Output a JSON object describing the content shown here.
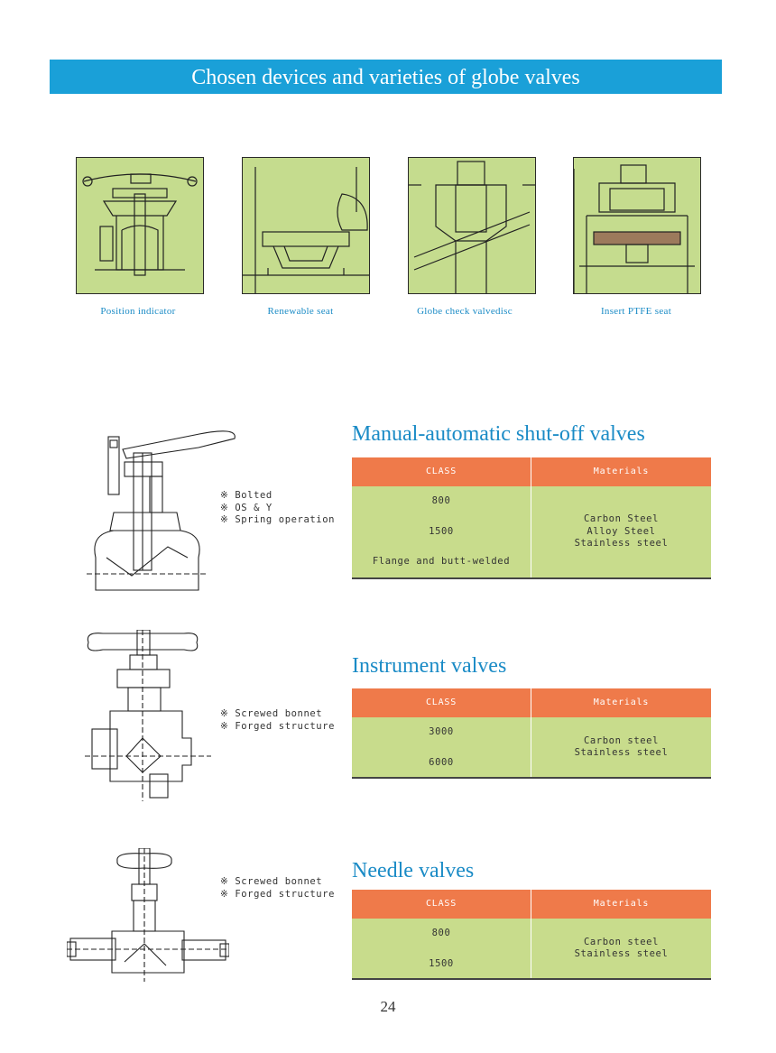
{
  "header": {
    "title": "Chosen devices and varieties of globe valves"
  },
  "devices": [
    {
      "icon": "position-indicator-illustration",
      "caption": "Position indicator"
    },
    {
      "icon": "renewable-seat-illustration",
      "caption": "Renewable seat"
    },
    {
      "icon": "globe-check-valvedisc-illustration",
      "caption": "Globe check valvedisc"
    },
    {
      "icon": "insert-ptfe-seat-illustration",
      "caption": "Insert PTFE seat"
    }
  ],
  "sections": [
    {
      "title": "Manual-automatic shut-off valves",
      "drawing_icon": "shut-off-valve-drawing",
      "features": [
        "※ Bolted",
        "※ OS & Y",
        "※ Spring operation"
      ],
      "table": {
        "col_class": "CLASS",
        "col_materials": "Materials",
        "classes": [
          "800",
          "1500",
          "Flange and butt-welded"
        ],
        "materials": [
          "Carbon Steel",
          "Alloy Steel",
          "Stainless steel"
        ]
      }
    },
    {
      "title": "Instrument valves",
      "drawing_icon": "instrument-valve-drawing",
      "features": [
        "※ Screwed bonnet",
        "※ Forged structure"
      ],
      "table": {
        "col_class": "CLASS",
        "col_materials": "Materials",
        "classes": [
          "3000",
          "6000"
        ],
        "materials": [
          "Carbon steel",
          "Stainless steel"
        ]
      }
    },
    {
      "title": "Needle valves",
      "drawing_icon": "needle-valve-drawing",
      "features": [
        "※ Screwed bonnet",
        "※ Forged structure"
      ],
      "table": {
        "col_class": "CLASS",
        "col_materials": "Materials",
        "classes": [
          "800",
          "1500"
        ],
        "materials": [
          "Carbon steel",
          "Stainless steel"
        ]
      }
    }
  ],
  "footer": {
    "page_number": "24"
  },
  "colors": {
    "banner": "#1aa0d8",
    "table_header": "#ef7a4a",
    "table_body": "#c8dc8c",
    "panel": "#c5dc8e",
    "accent_text": "#1a8bc6"
  }
}
